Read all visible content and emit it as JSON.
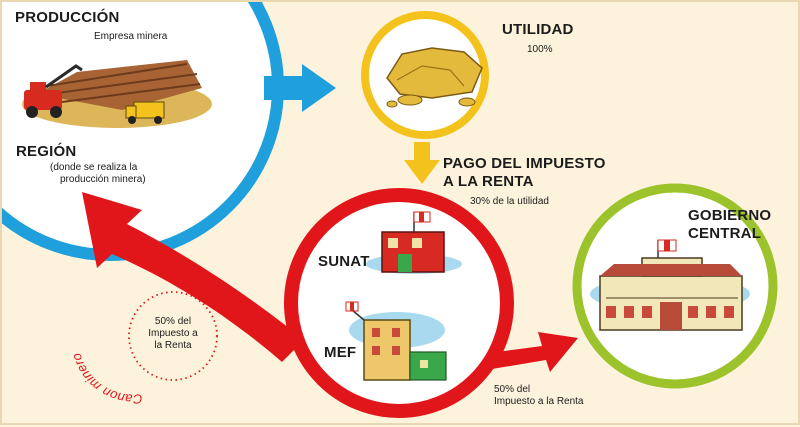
{
  "produccion": {
    "title": "PRODUCCIÓN",
    "subtitle": "Empresa minera"
  },
  "region": {
    "title": "REGIÓN",
    "note_line1": "(donde se realiza la",
    "note_line2": "producción minera)"
  },
  "utilidad": {
    "title": "UTILIDAD",
    "percent": "100%"
  },
  "pago": {
    "line1": "PAGO DEL IMPUESTO",
    "line2": "A LA RENTA",
    "note": "30% de la utilidad"
  },
  "sunat": {
    "label": "SUNAT"
  },
  "mef": {
    "label": "MEF"
  },
  "gobierno": {
    "line1": "GOBIERNO",
    "line2": "CENTRAL"
  },
  "canon": {
    "arc_label": "Canon minero",
    "pct_line1": "50% del",
    "pct_line2": "Impuesto a",
    "pct_line3": "la Renta"
  },
  "to_gobierno": {
    "line1": "50% del",
    "line2": "Impuesto a la Renta"
  },
  "colors": {
    "blue": "#1fa0dc",
    "yellow": "#f4c21c",
    "red": "#e1161b",
    "green": "#9cc32c",
    "background": "#fdf3dd"
  }
}
